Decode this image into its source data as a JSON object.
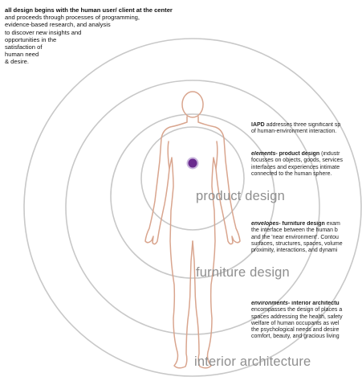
{
  "intro": {
    "heading": "all design begins with the human user/ client at the center",
    "lines": [
      "and proceeds through processes of programming,",
      "evidence-based research, and analysis",
      "to discover new insights and",
      "opportunities in the",
      "satisfaction of",
      "human need",
      "& desire."
    ]
  },
  "rings": {
    "product": "product design",
    "furniture": "furniture design",
    "interior": "interior architecture"
  },
  "side": {
    "iapd": {
      "lead": "IAPD",
      "lines": [
        "addresses three significant sp",
        "of human-environment interaction."
      ]
    },
    "elements": {
      "lead": "elements",
      "title": "- product design",
      "lines": [
        " (industr",
        "focusses on objects, goods, services",
        "interfaces and experiences intimate",
        "connected to the human sphere."
      ]
    },
    "envelopes": {
      "lead": "envelopes",
      "title": "- furniture design",
      "lines": [
        " exam",
        "the interface between the human b",
        "and the 'near environment'. Contou",
        "surfaces, structures, spaces, volume",
        "proximity, interactions, and dynami"
      ]
    },
    "environments": {
      "lead": "environments",
      "title": "- interior architectu",
      "lines": [
        "encompasses the design of places a",
        "spaces addressing the health, safety",
        "welfare of human occupants as wel",
        "the psychological needs and desire",
        "comfort, beauty, and gracious living"
      ]
    }
  },
  "colors": {
    "ring": "#c8c8c8",
    "figure": "#d9a58e",
    "center_dot": "#6a2a8e",
    "label": "#8f8f8f"
  }
}
